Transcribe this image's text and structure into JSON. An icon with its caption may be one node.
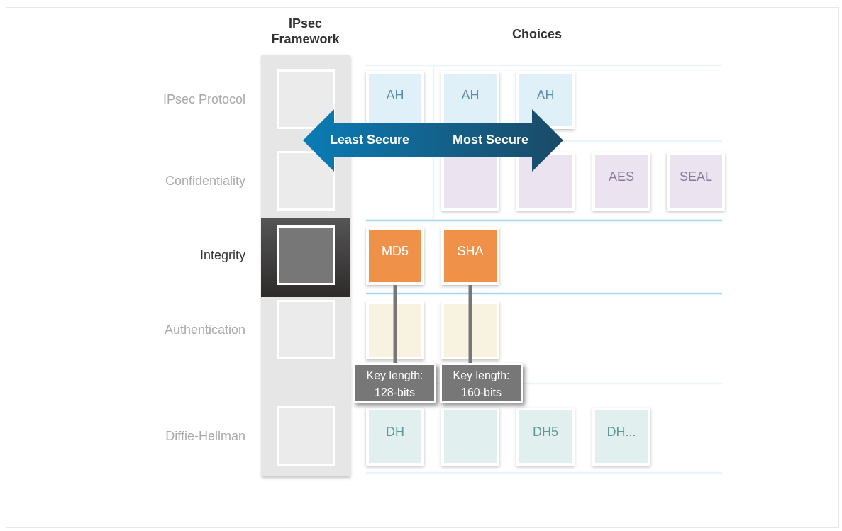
{
  "diagram": {
    "nodes": [
      {
        "text": [
          "IPsec Framework"
        ]
      },
      {
        "text": [],
        "shape": "box",
        "in": 0
      },
      {
        "text": [],
        "shape": "box",
        "in": 0
      },
      {
        "text": [],
        "shape": "box",
        "in": 0
      },
      {
        "text": [],
        "shape": "box",
        "in": 0
      },
      {
        "text": [],
        "shape": "box",
        "in": 0
      },
      {
        "text": [
          "AH"
        ]
      },
      {
        "text": [
          "AH"
        ]
      },
      {
        "text": [
          "AH"
        ]
      },
      {
        "text": [
          "Least Secure",
          "Most Secure"
        ]
      },
      {
        "text": [],
        "shape": "box"
      },
      {
        "text": [],
        "shape": "box"
      },
      {
        "text": [
          "AES"
        ]
      },
      {
        "text": [
          "SEAL"
        ]
      },
      {
        "text": [
          "MD5"
        ]
      },
      {
        "text": [
          "SHA"
        ]
      },
      {
        "text": [],
        "shape": "box"
      },
      {
        "text": [],
        "shape": "box"
      },
      {
        "text": [
          "Key length: 128-bits"
        ]
      },
      {
        "text": [
          "DH"
        ]
      },
      {
        "text": [],
        "shape": "box"
      },
      {
        "text": [
          "DH5"
        ]
      },
      {
        "text": [
          "DH..."
        ]
      },
      {
        "text": [
          "Key length: 160-bits"
        ]
      }
    ],
    "edges": [
      {
        "from": 14,
        "to": 18,
        "arrow": "none"
      },
      {
        "from": 15,
        "to": 23,
        "arrow": "none"
      }
    ],
    "labels": [
      "Choices",
      "IPsec Protocol",
      "Confidentiality",
      "Integrity",
      "Authentication",
      "Diffie-Hellman"
    ]
  }
}
